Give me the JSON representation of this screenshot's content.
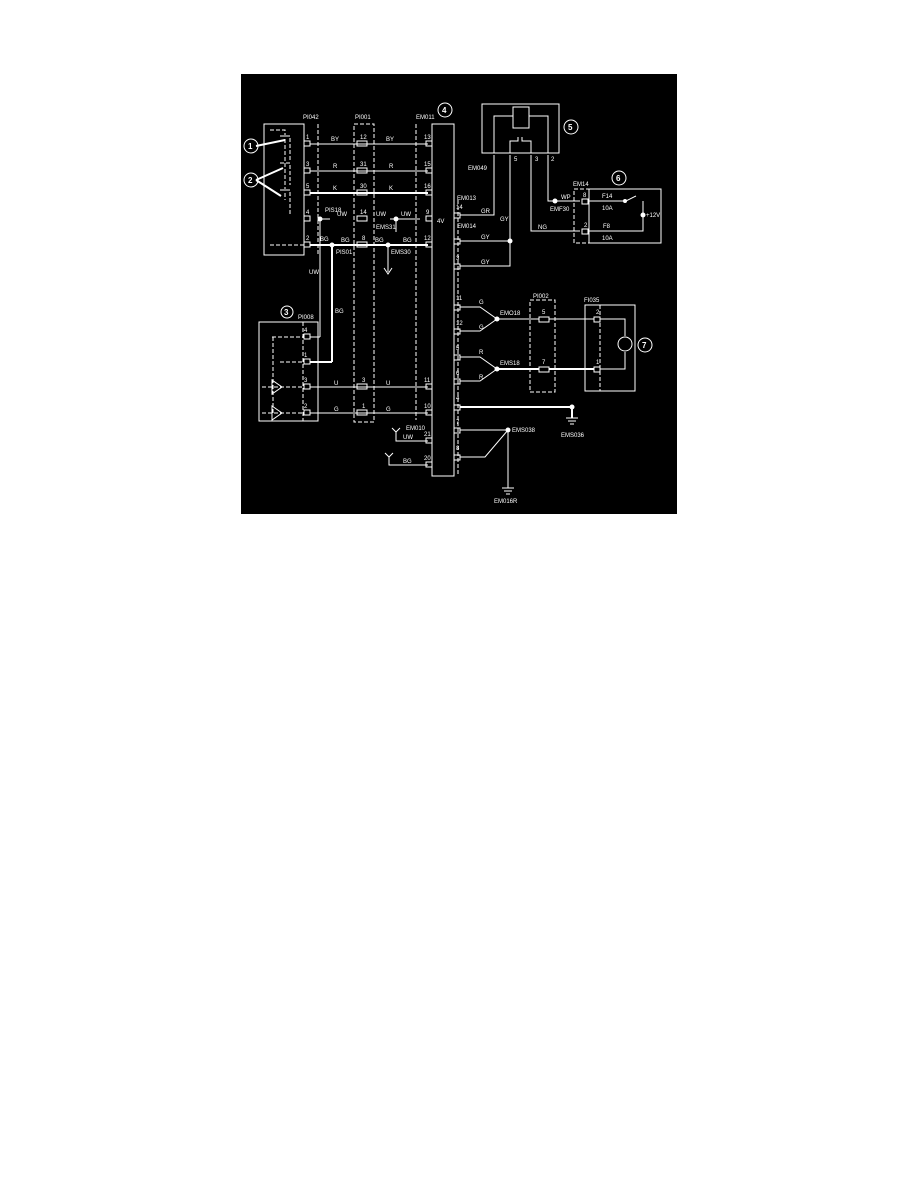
{
  "diagram": {
    "background": "#000000",
    "line_color": "#ffffff",
    "callouts": [
      "1",
      "2",
      "3",
      "4",
      "5",
      "6",
      "7"
    ],
    "connectors": {
      "pi042": "PI042",
      "pi001": "PI001",
      "em011": "EM011",
      "em013": "EM013",
      "em014": "EM014",
      "em049": "EM049",
      "em14": "EM14",
      "pi002": "PI002",
      "fi035": "FI035",
      "pi008": "PI008",
      "em010": "EM010"
    },
    "splices": {
      "pis18": "PIS18",
      "pis01": "PIS01",
      "ems31": "EMS31",
      "ems30": "EMS30",
      "emf30": "EMF30",
      "emo18": "EMO18",
      "ems18": "EMS18",
      "ems038": "EMS038",
      "ems036": "EMS036",
      "em016r": "EM016R"
    },
    "module_label": "4V",
    "wires": {
      "by": "BY",
      "r": "R",
      "k": "K",
      "uw": "UW",
      "bg": "BG",
      "u": "U",
      "g": "G",
      "gr": "GR",
      "gy": "GY",
      "wp": "WP",
      "ng": "NG"
    },
    "pins": {
      "pi042": [
        "1",
        "3",
        "5",
        "4",
        "2"
      ],
      "pi001": [
        "12",
        "31",
        "30",
        "14",
        "8",
        "3",
        "1"
      ],
      "em011": [
        "13",
        "15",
        "16",
        "9",
        "12",
        "11",
        "10"
      ],
      "em010": [
        "21",
        "20"
      ],
      "right": [
        "14",
        "3",
        "11",
        "12",
        "5",
        "6",
        "4",
        "7",
        "8"
      ],
      "em049": [
        "5",
        "3",
        "2"
      ],
      "em14": [
        "8",
        "2"
      ],
      "pi002": [
        "5",
        "7"
      ],
      "fi035": [
        "2",
        "1"
      ],
      "pi008": [
        "4",
        "1",
        "3",
        "2"
      ]
    },
    "fuses": [
      {
        "name": "F14",
        "rating": "10A"
      },
      {
        "name": "F8",
        "rating": "10A"
      }
    ],
    "supply": "+12V"
  }
}
